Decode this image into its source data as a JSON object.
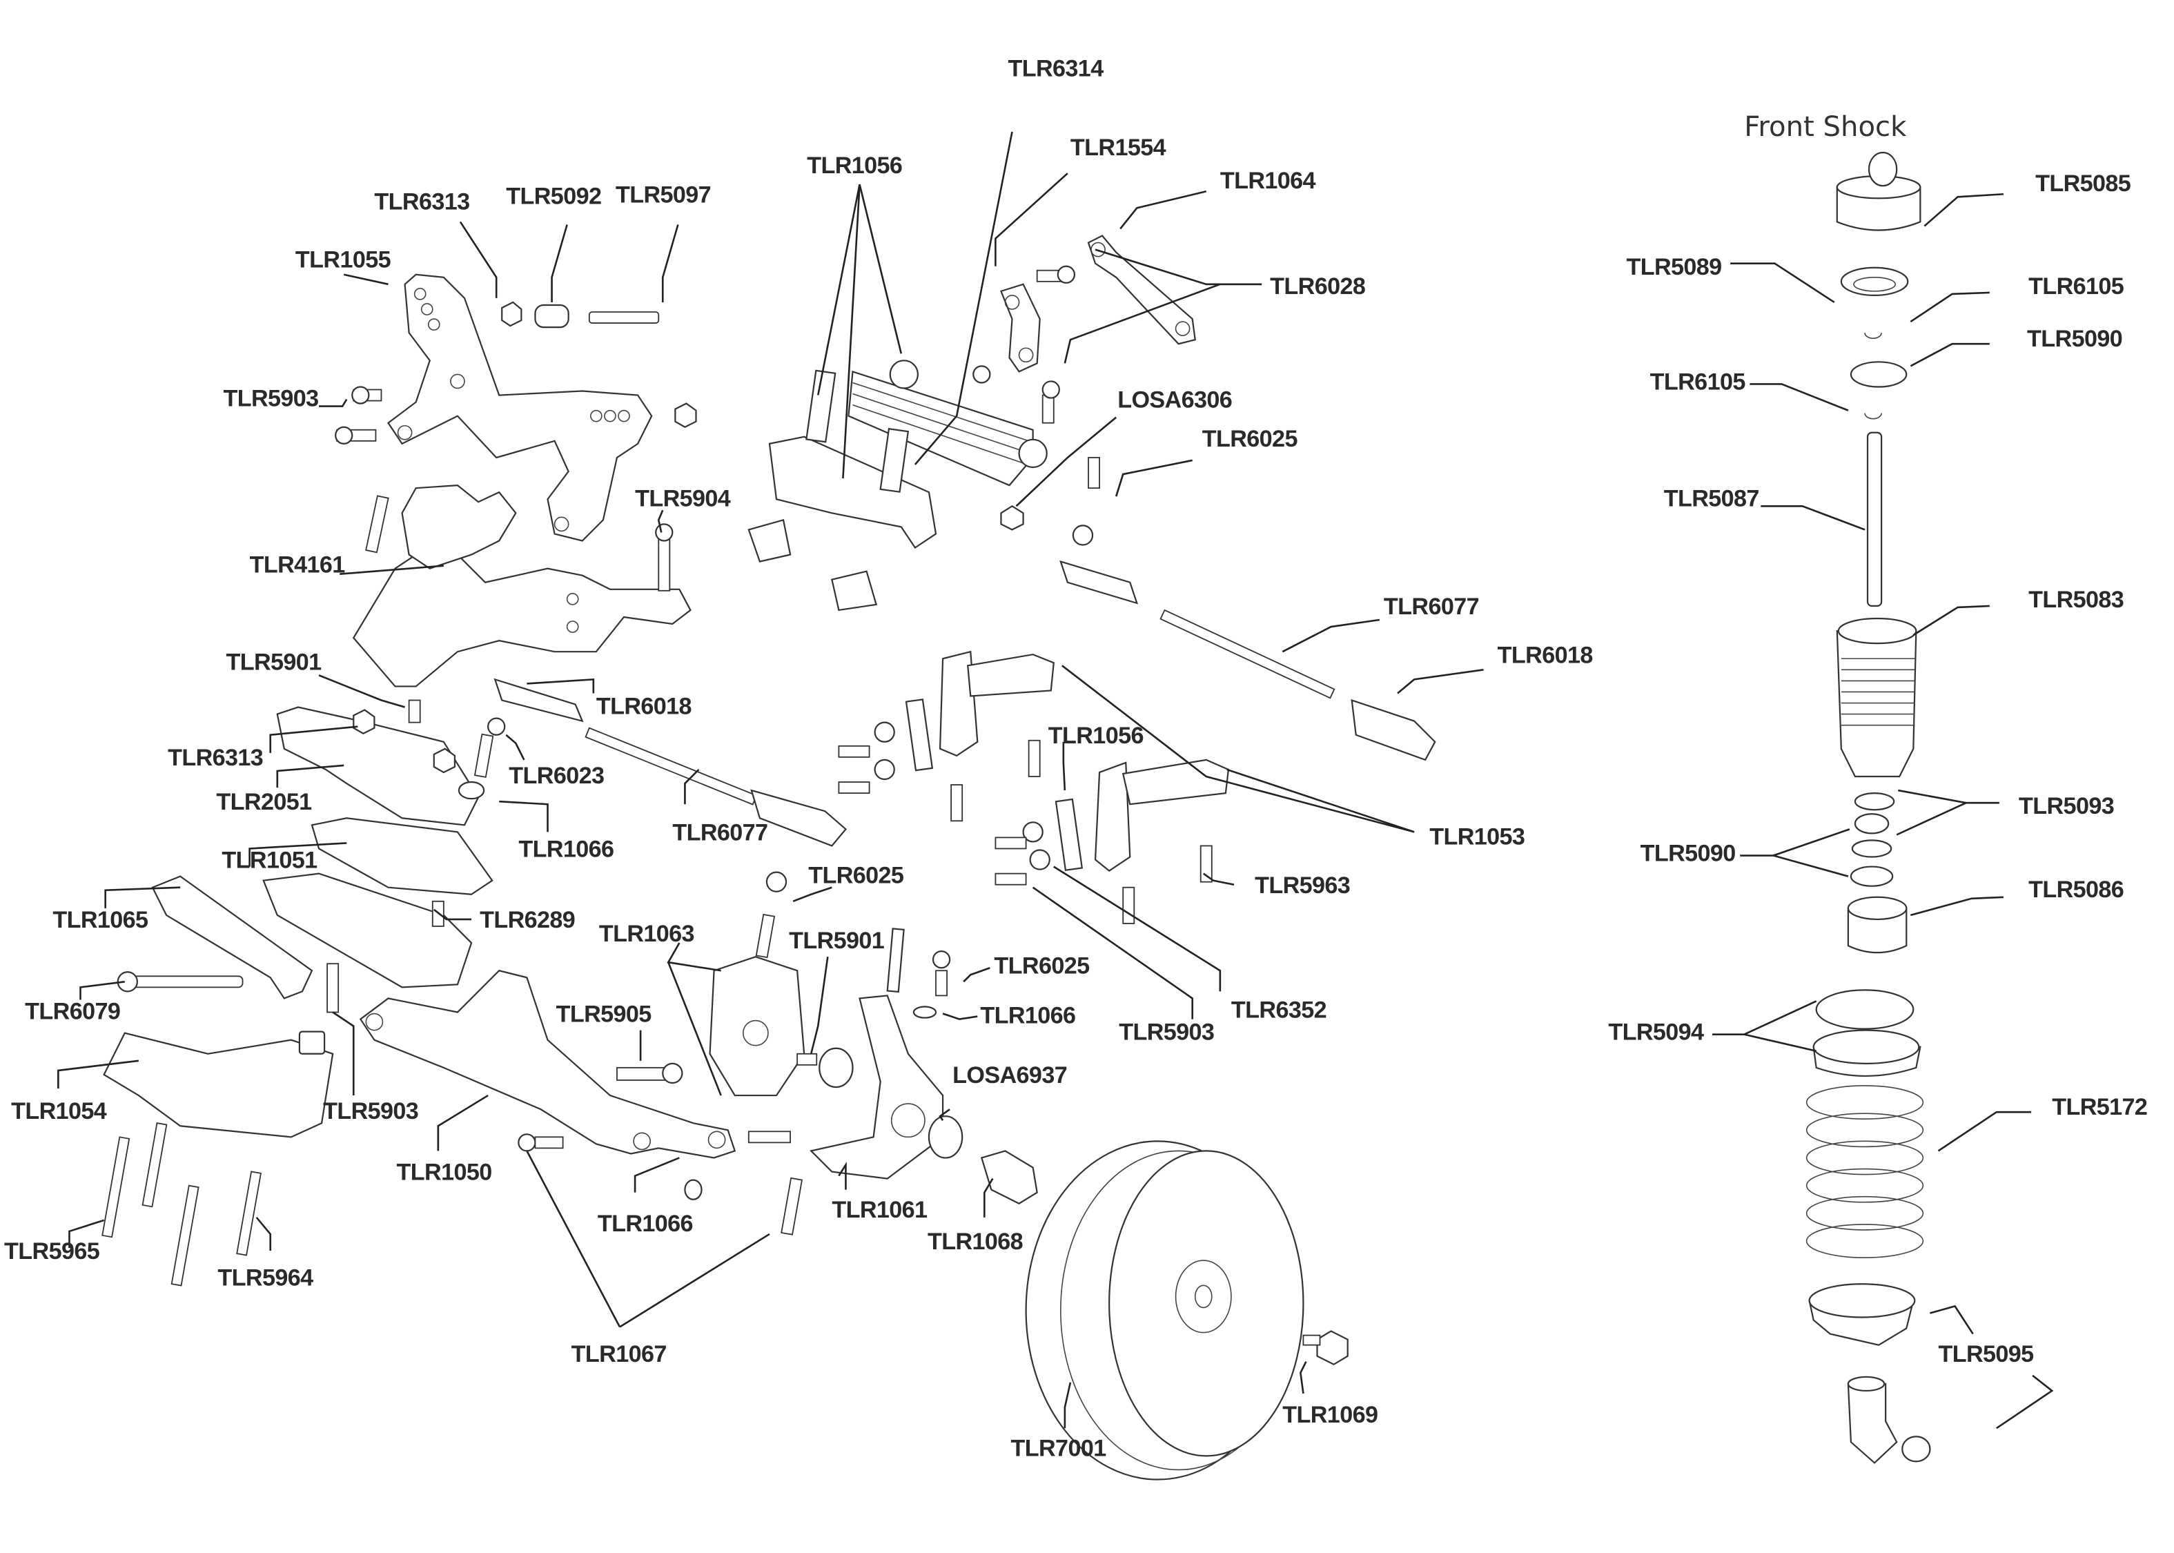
{
  "diagram": {
    "title": "Front Shock",
    "labels": {
      "tlr6314": "TLR6314",
      "tlr1554": "TLR1554",
      "tlr1064": "TLR1064",
      "tlr1056_top": "TLR1056",
      "tlr6028": "TLR6028",
      "tlr6313_top": "TLR6313",
      "tlr5092": "TLR5092",
      "tlr5097": "TLR5097",
      "tlr1055": "TLR1055",
      "tlr5903_top": "TLR5903",
      "losa6306": "LOSA6306",
      "tlr6025_top": "TLR6025",
      "tlr5904": "TLR5904",
      "tlr4161": "TLR4161",
      "tlr6077_right": "TLR6077",
      "tlr6018_right": "TLR6018",
      "tlr5901_left": "TLR5901",
      "tlr6018_mid": "TLR6018",
      "tlr6313_mid": "TLR6313",
      "tlr6023": "TLR6023",
      "tlr2051": "TLR2051",
      "tlr1066_left": "TLR1066",
      "tlr6077_mid": "TLR6077",
      "tlr1056_mid": "TLR1056",
      "tlr1053": "TLR1053",
      "tlr1051": "TLR1051",
      "tlr6025_mid": "TLR6025",
      "tlr5963": "TLR5963",
      "tlr1065": "TLR1065",
      "tlr6289": "TLR6289",
      "tlr1063": "TLR1063",
      "tlr5901_mid": "TLR5901",
      "tlr6025_low": "TLR6025",
      "tlr6352": "TLR6352",
      "tlr6079": "TLR6079",
      "tlr1066_mid": "TLR1066",
      "tlr5905": "TLR5905",
      "tlr5903_mid": "TLR5903",
      "losa6937": "LOSA6937",
      "tlr1054": "TLR1054",
      "tlr5903_low": "TLR5903",
      "tlr1050": "TLR1050",
      "tlr1061": "TLR1061",
      "tlr1066_low": "TLR1066",
      "tlr1068": "TLR1068",
      "tlr5965": "TLR5965",
      "tlr5964": "TLR5964",
      "tlr1067": "TLR1067",
      "tlr1069": "TLR1069",
      "tlr7001": "TLR7001"
    },
    "shock_labels": {
      "tlr5085": "TLR5085",
      "tlr5089": "TLR5089",
      "tlr6105_a": "TLR6105",
      "tlr5090_a": "TLR5090",
      "tlr6105_b": "TLR6105",
      "tlr5087": "TLR5087",
      "tlr5083": "TLR5083",
      "tlr5093": "TLR5093",
      "tlr5090_b": "TLR5090",
      "tlr5086": "TLR5086",
      "tlr5094": "TLR5094",
      "tlr5172": "TLR5172",
      "tlr5095": "TLR5095"
    }
  }
}
